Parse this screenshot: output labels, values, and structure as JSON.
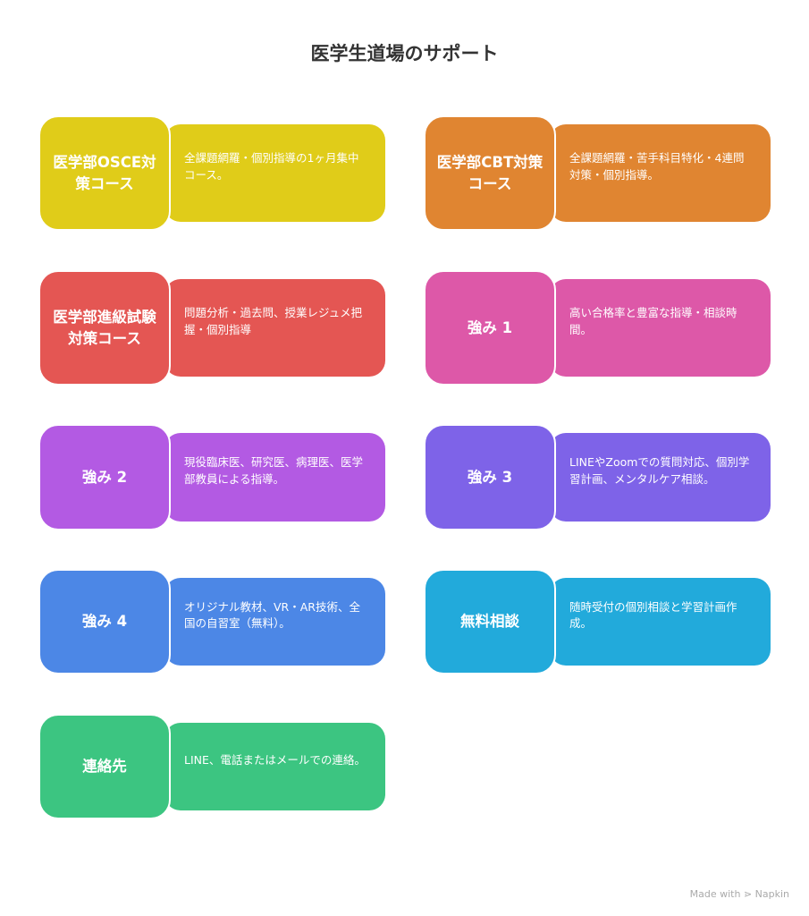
{
  "title": "医学生道場のサポート",
  "cards": [
    {
      "label": "医学部OSCE対策コース",
      "desc": "全課題網羅・個別指導の1ヶ月集中コース。",
      "color": "#e0cc19"
    },
    {
      "label": "医学部CBT対策コース",
      "desc": "全課題網羅・苦手科目特化・4連問対策・個別指導。",
      "color": "#e08531"
    },
    {
      "label": "医学部進級試験対策コース",
      "desc": "問題分析・過去問、授業レジュメ把握・個別指導",
      "color": "#e45653"
    },
    {
      "label": "強み 1",
      "desc": "高い合格率と豊富な指導・相談時間。",
      "color": "#dd58a8"
    },
    {
      "label": "強み 2",
      "desc": "現役臨床医、研究医、病理医、医学部教員による指導。",
      "color": "#b35ae3"
    },
    {
      "label": "強み 3",
      "desc": "LINEやZoomでの質問対応、個別学習計画、メンタルケア相談。",
      "color": "#7e63e8"
    },
    {
      "label": "強み 4",
      "desc": "オリジナル教材、VR・AR技術、全国の自習室（無料）。",
      "color": "#4c87e6"
    },
    {
      "label": "無料相談",
      "desc": "随時受付の個別相談と学習計画作成。",
      "color": "#22aadb"
    },
    {
      "label": "連絡先",
      "desc": "LINE、電話またはメールでの連絡。",
      "color": "#3cc581"
    }
  ],
  "footer": "Made with ⋗ Napkin"
}
